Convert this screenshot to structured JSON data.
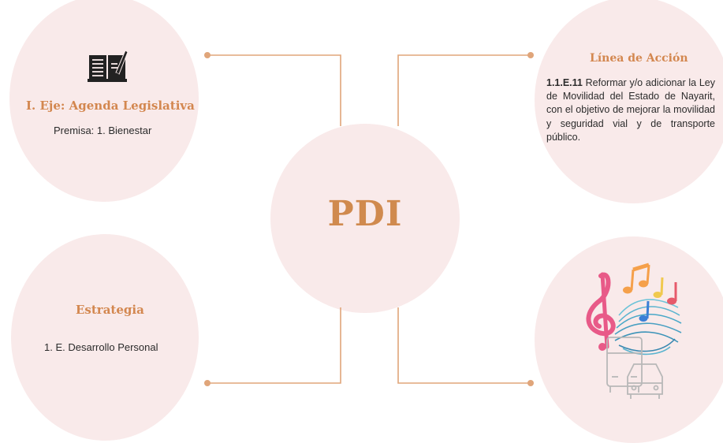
{
  "eje": {
    "icon": "book-writing-icon",
    "title": "I. Eje: Agenda Legislativa",
    "premise": "Premisa: 1. Bienestar"
  },
  "linea_accion": {
    "title": "Línea de Acción",
    "code": "1.1.E.11",
    "text": "Reformar y/o adicionar la Ley de Movilidad del Estado de Nayarit, con el objetivo de mejorar la movilidad y seguridad vial y de transporte público."
  },
  "center": {
    "label": "PDI"
  },
  "estrategia": {
    "title": "Estrategia",
    "value": "1. E. Desarrollo Personal"
  },
  "illustration": {
    "icon": "music-notes-and-vehicles-icon"
  },
  "colors": {
    "accent": "#d3874f",
    "circle": "#f9eaea",
    "line": "#e0a57a"
  }
}
